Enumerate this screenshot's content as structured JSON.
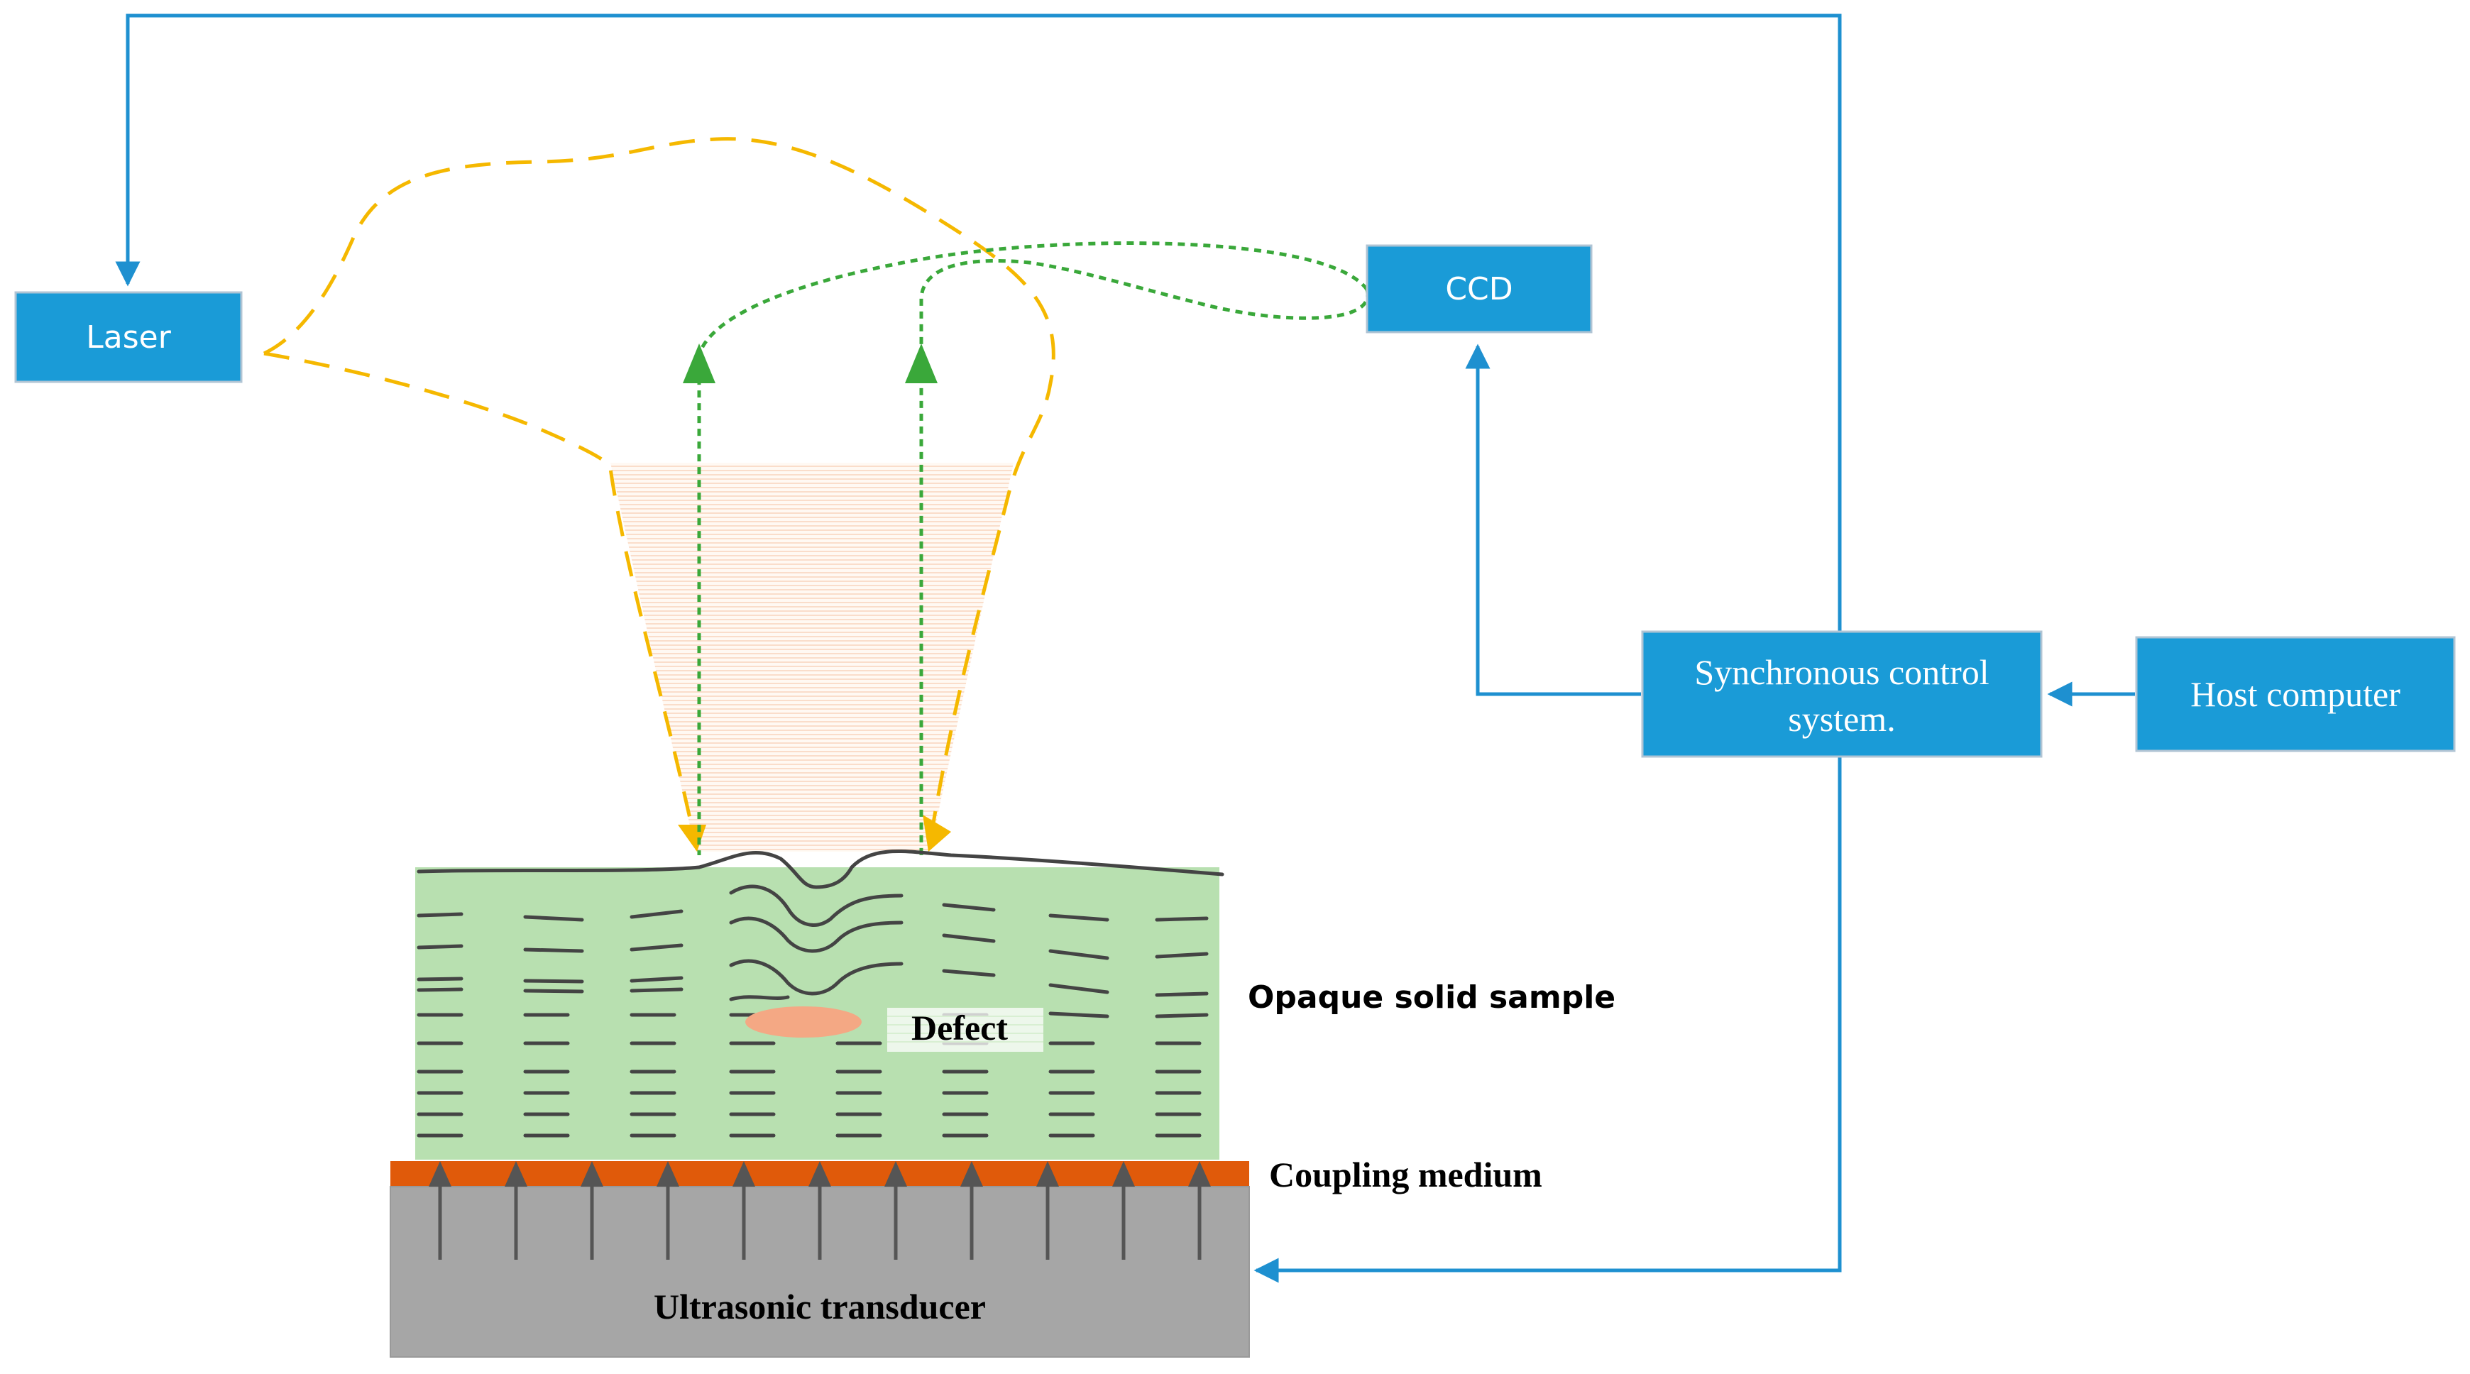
{
  "labels": {
    "laser": "Laser",
    "ccd": "CCD",
    "sync_line1": "Synchronous control",
    "sync_line2": "system.",
    "host": "Host computer",
    "sample": "Opaque solid sample",
    "defect": "Defect",
    "coupling": "Coupling medium",
    "transducer": "Ultrasonic transducer"
  },
  "colors": {
    "box_fill": "#1a9bd7",
    "box_border": "#b0c4d4",
    "control_line": "#1e90d0",
    "laser_beam": "#f5b800",
    "camera_beam": "#3aa83a",
    "sample_fill": "#b8e0b0",
    "wave_line": "#444444",
    "defect_fill": "#f4a884",
    "coupling_fill": "#e05a0a",
    "transducer_fill": "#a6a6a6",
    "transducer_arrow": "#555555",
    "illumination": "#fde8d8"
  }
}
